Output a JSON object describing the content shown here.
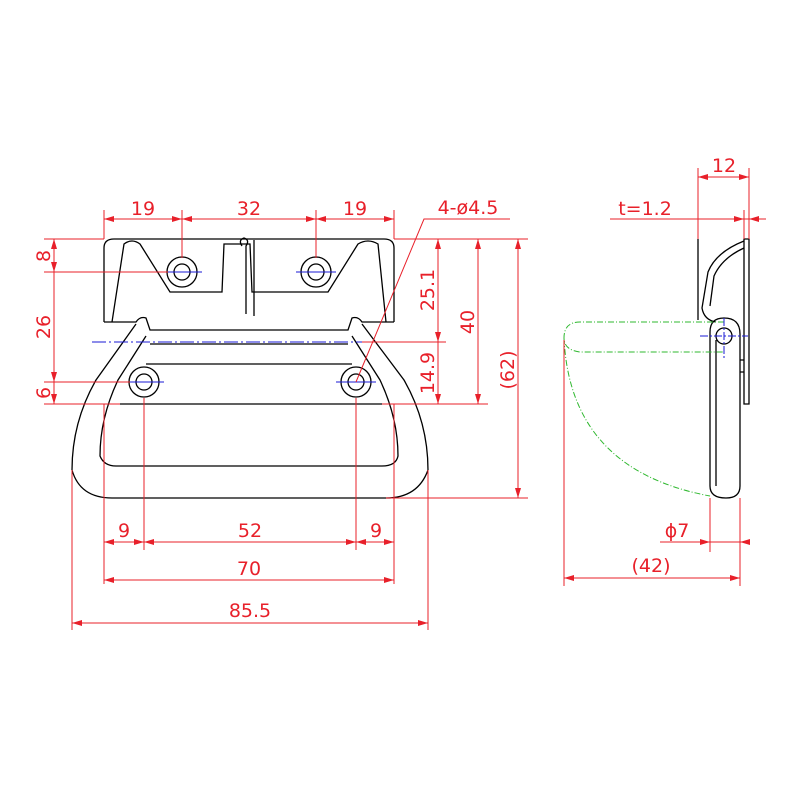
{
  "colors": {
    "dimension": "#e8202a",
    "outline": "#000000",
    "centerline": "#1a1ad6",
    "swing_path": "#2fb82f"
  },
  "front_view": {
    "top_dims": [
      "19",
      "32",
      "19"
    ],
    "hole_callout": "4-ø4.5",
    "left_dims": [
      "8",
      "26",
      "6"
    ],
    "right_dims": [
      "25.1",
      "14.9",
      "40",
      "(62)"
    ],
    "bottom_dims": [
      "9",
      "52",
      "9"
    ],
    "width_70": "70",
    "width_85": "85.5"
  },
  "side_view": {
    "depth_12": "12",
    "thickness": "t=1.2",
    "bar_dia": "ϕ7",
    "swing_42": "(42)"
  }
}
